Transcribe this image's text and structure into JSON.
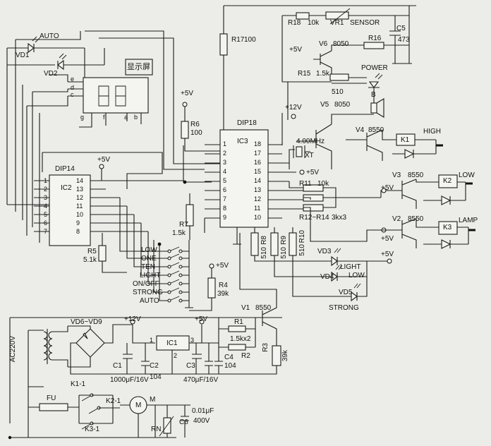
{
  "labels": {
    "auto_led": "AUTO",
    "vd1": "VD1",
    "vd2": "VD2",
    "display": "显示屏",
    "seg_e": "e",
    "seg_d": "d",
    "seg_c": "c",
    "seg_g": "g",
    "seg_f": "f",
    "seg_a": "a",
    "seg_b": "b",
    "dip14": "DIP14",
    "ic2": "IC2",
    "r5": "R5",
    "r5_val": "5.1k",
    "r6": "R6",
    "r6_val": "100",
    "r7": "R7",
    "r7_val": "1.5k",
    "r4": "R4",
    "r4_val": "39k",
    "dip18": "DIP18",
    "ic3": "IC3",
    "r17": "R17",
    "r17_val": "100",
    "r18": "R18",
    "r18_val": "10k",
    "vr1": "VR1",
    "sensor": "SENSOR",
    "c5": "C5",
    "c5_val": "473",
    "v6": "V6",
    "v6_val": "8050",
    "r16": "R16",
    "r15": "R15",
    "r15_val": "1.5k",
    "power": "POWER",
    "r510": "510",
    "b": "B",
    "v5": "V5",
    "v5_val": "8050",
    "plus12v": "+12V",
    "plus5v": "+5V",
    "xtal": "4.00MHz",
    "xt": "XT",
    "r11": "R11",
    "r11_val": "10k",
    "r12": "R12~R14",
    "r12_val": "3kx3",
    "r8": "R8",
    "r9": "R9",
    "r10": "R10",
    "r_val": "510",
    "v4": "V4",
    "v4_val": "8550",
    "k1": "K1",
    "high": "HIGH",
    "v3": "V3",
    "v3_val": "8550",
    "k2": "K2",
    "low_lamp": "LOW",
    "v2": "V2",
    "v2_val": "8550",
    "k3": "K3",
    "lamp": "LAMP",
    "vd3": "VD3",
    "light": "LIGHT",
    "vd4": "VD4",
    "low": "LOW",
    "vd5": "VD5",
    "strong": "STRONG",
    "sw_low": "LOW",
    "sw_one": "ONE",
    "sw_ten": "TEN",
    "sw_light": "LIGHT",
    "sw_onoff": "ON/OFF",
    "sw_strong": "STRONG",
    "sw_auto": "AUTO",
    "ac": "AC220V",
    "bridge": "VD6~VD9",
    "c1": "C1",
    "c2": "C2",
    "c2_val": "104",
    "c1_val": "1000μF/16V",
    "ic1": "IC1",
    "c3": "C3",
    "c3_val": "470μF/16V",
    "c4": "C4",
    "c4_val": "104",
    "r1": "R1",
    "r2": "R2",
    "r12x2": "1.5kx2",
    "r3": "R3",
    "r3_val": "39k",
    "v1": "V1",
    "v1_val": "8550",
    "k1_1": "K1-1",
    "k2_1": "K2-1",
    "k3_1": "K3-1",
    "fu": "FU",
    "m": "M",
    "motor": "M",
    "rn": "RN",
    "c6": "C6",
    "c6_val1": "0.01μF",
    "c6_val2": "400V",
    "ic1_p1": "1",
    "ic1_p2": "2",
    "ic1_p3": "3"
  },
  "ic2_pins_left": [
    "1",
    "2",
    "3",
    "4",
    "5",
    "6",
    "7"
  ],
  "ic2_pins_right": [
    "14",
    "13",
    "12",
    "11",
    "10",
    "9",
    "8"
  ],
  "ic3_pins_left": [
    "1",
    "2",
    "3",
    "4",
    "5",
    "6",
    "7",
    "8",
    "9"
  ],
  "ic3_pins_right": [
    "18",
    "17",
    "16",
    "15",
    "14",
    "13",
    "12",
    "11",
    "10"
  ]
}
